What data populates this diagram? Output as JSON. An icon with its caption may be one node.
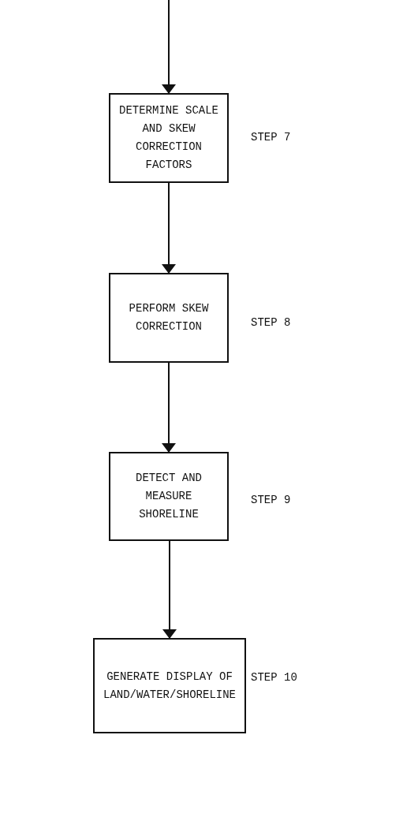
{
  "diagram": {
    "nodes": [
      {
        "text": [
          "DETERMINE SCALE AND SKEW CORRECTION FACTORS"
        ],
        "beside": [
          "STEP 7"
        ]
      },
      {
        "text": [
          "PERFORM SKEW CORRECTION"
        ],
        "beside": [
          "STEP 8"
        ]
      },
      {
        "text": [
          "DETECT AND MEASURE SHORELINE"
        ],
        "beside": [
          "STEP 9"
        ]
      },
      {
        "text": [
          "GENERATE DISPLAY OF LAND/WATER/SHORELINE"
        ],
        "beside": [
          "STEP 10"
        ]
      }
    ],
    "edges": [
      {
        "from": null,
        "to": 0,
        "arrow": "to"
      },
      {
        "from": 0,
        "to": 1,
        "arrow": "to"
      },
      {
        "from": 1,
        "to": 2,
        "arrow": "to"
      },
      {
        "from": 2,
        "to": 3,
        "arrow": "to"
      }
    ]
  }
}
